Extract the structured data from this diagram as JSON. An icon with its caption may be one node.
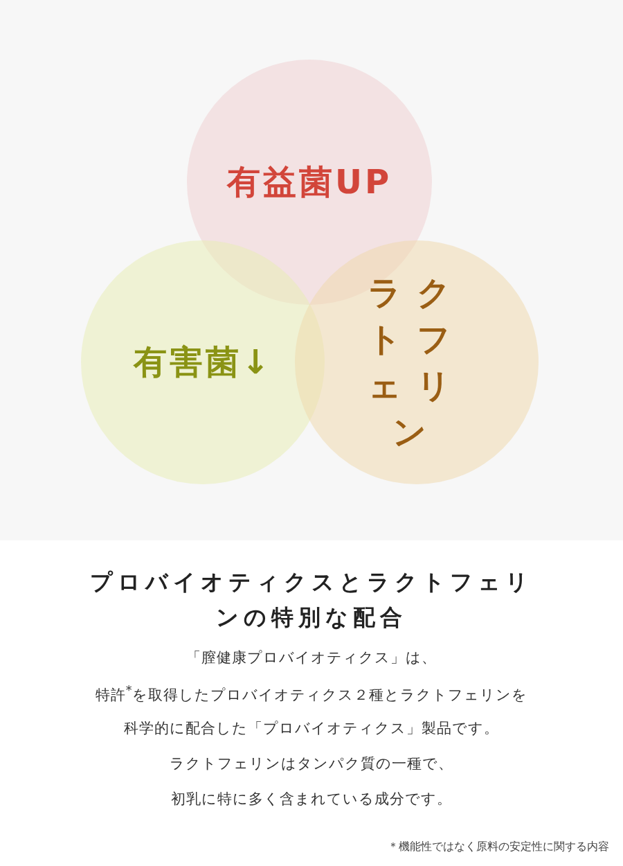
{
  "diagram": {
    "title": "プロバイオティクスとラクトフェリンの特別な配合",
    "nodes": [
      {
        "text": [
          "有益菌UP"
        ]
      },
      {
        "text": [
          "有害菌↓"
        ]
      },
      {
        "text": [
          "ラクトフェリン"
        ]
      }
    ],
    "labels": [
      "「膣健康プロバイオティクス」は、",
      "特許$^{*}$を取得したプロバイオティクス２種とラクトフェリンを",
      "科学的に配合した「プロバイオティクス」製品です。",
      "ラクトフェリンはタンパク質の一種で、",
      "初乳に特に多く含まれている成分です。",
      "＊機能性ではなく原料の安定性に関する内容"
    ]
  }
}
